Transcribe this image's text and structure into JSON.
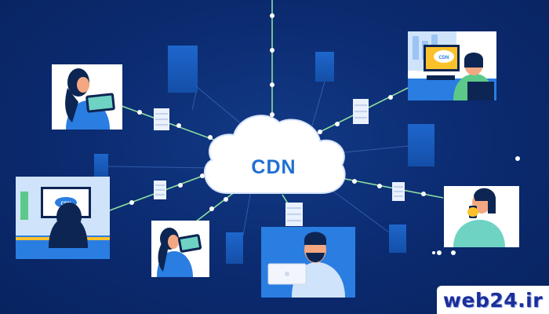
{
  "diagram": {
    "center_label": "CDN",
    "screen_label": "CDN"
  },
  "watermark": {
    "text": "web24.ir"
  },
  "colors": {
    "background": "#0b2a6f",
    "connector": "#8fe0a0",
    "node": "#ffffff",
    "cloud": "#ffffff",
    "accent": "#2a7de1",
    "server_block": "#1a5fc4"
  }
}
